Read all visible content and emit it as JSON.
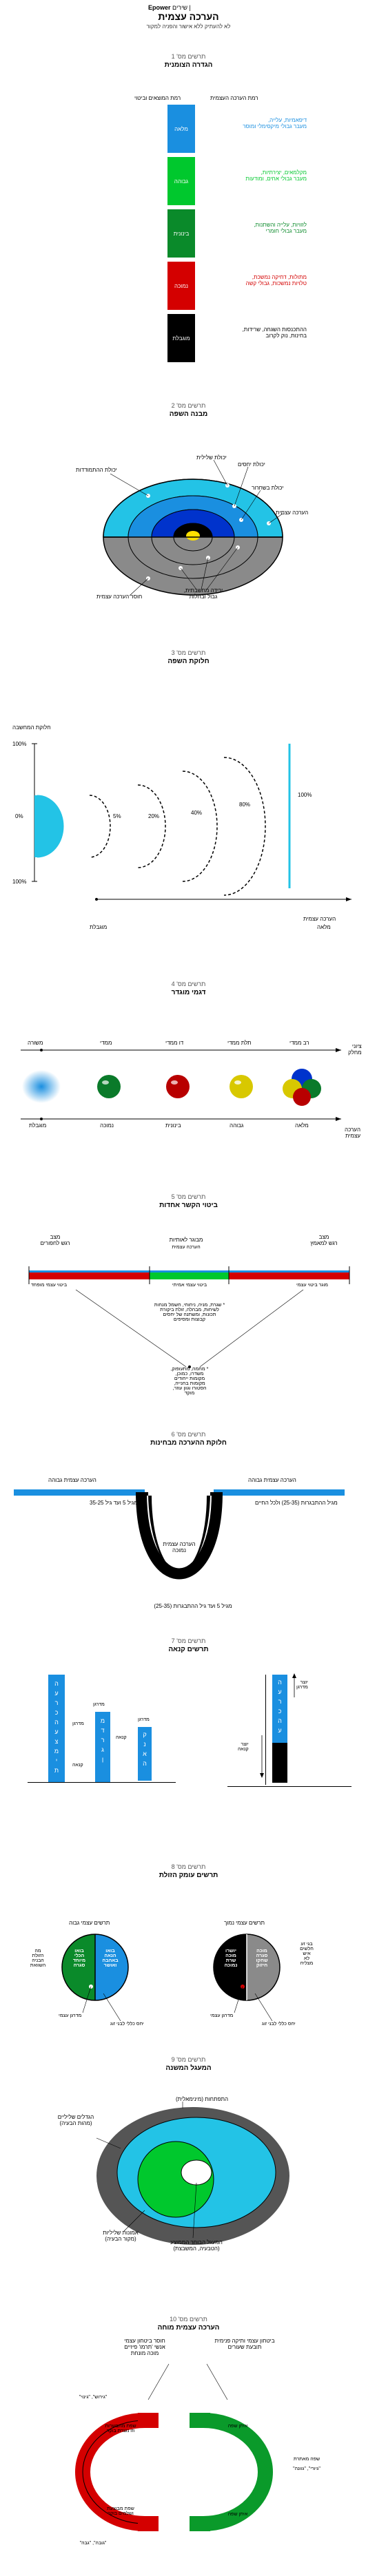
{
  "header": {
    "brand": "Epower",
    "brand_suffix": "שירים | ",
    "title": "הערכה עצמית",
    "subtitle": "לא להעתיק ללא אישור והפניה למקור"
  },
  "colors": {
    "blue": "#1a8fe0",
    "cyan": "#23c3e6",
    "green": "#00c82d",
    "darkgreen": "#0a8a2a",
    "red": "#d40000",
    "black": "#000000",
    "gray": "#8a8a8a"
  },
  "s1": {
    "label": "תרשים מס' 1",
    "title": "הגדרה הצומנית",
    "col_right": "רמת הערכה העצמית",
    "col_left": "רמת המוצאים וביטוי",
    "rows": [
      {
        "level": "מלאה",
        "desc": "דיפאמיות, עלייה,\nמעבר גבולי מיקסימלי ומוסר"
      },
      {
        "level": "גבוהה",
        "desc": "מקלמאים, יצירתיות,\nמעבר גבולי אחים, ומודעות"
      },
      {
        "level": "בינונית",
        "desc": "לזוויות, עלייה והשתנות,\nמעבר גבולי חומרי"
      },
      {
        "level": "נמוכה",
        "desc": "מתולות, דחיקה נמשכת,\nטלויות נמשכות, גבולי קשה"
      },
      {
        "level": "מוגבלת",
        "desc": "ההתכנסות השגחה, שרידות,\nבחינות, נוק לקרוב"
      }
    ]
  },
  "s2": {
    "label": "תרשים מס' 2",
    "title": "מבנה השפה",
    "labels": {
      "wide": "יכולת שלילית",
      "inner": "יכולת יחסים",
      "aware": "יכולת בשחרור",
      "core": "יכולת ההתמודדות",
      "self": "הערכה עצמית",
      "base": "חוסר הערכה עצמית",
      "bottom": "ירידה מחשבתית,\nגבול ובחלות"
    }
  },
  "s3": {
    "label": "תרשים מס' 3",
    "title": "חלוקת השפה",
    "top_axis": "חלוקת המחשבה",
    "pcts": [
      "0%",
      "5%",
      "20%",
      "40%",
      "80%",
      "100%"
    ],
    "ytop": "100%",
    "ybot": "100%",
    "bottom_left": "מוגבלת",
    "bottom_right": "מלאה",
    "bottom_title": "הערכה עצמית"
  },
  "s4": {
    "label": "תרשים מס' 4",
    "title": "דגמי מוגדר",
    "top_right": "ציוני\nמחלק",
    "top_labels": [
      "רב ממדי",
      "תלת ממדי",
      "דו ממדי",
      "ממדי",
      "משורה"
    ],
    "bottom_right": "הערכה\nעצמית",
    "bottom_labels": [
      "מלאה",
      "גבוהה",
      "בינונית",
      "נמוכה",
      "מוגבלת"
    ]
  },
  "s5": {
    "label": "תרשים מס' 5",
    "title": "ביטוי הקשר אחדות",
    "left_top": "מצב\nרגש לחפורים",
    "center_top": "מבוגר לאותיות",
    "center_sub": "הערכה עצמית",
    "right_top": "מצב\nרגש למאמץ",
    "bar_left": "ביטוי עצמי מופחד",
    "bar_center": "ביטוי עצמי אמיתי",
    "bar_right": "מוגר ביטוי עצמי",
    "note_top": "* שגרת, מניה, ניחוחי, חשמל מנחות\nלשיחות, מבהלה, זולת ביקורת\nתכונות, ומשתנה של יחסים\nקבוצות ומסיפים",
    "note_bottom": "* מחמה, מתעופוק,\nמשדרו, כמוכן,\nמקומות ייחודים\nמקומות בחנייה,\nהסטורו וגוון עוזר,\nמוקד"
  },
  "s6": {
    "label": "תרשים מס' 6",
    "title": "חלוקת ההערכה מבחינות",
    "left_top": "הערכה עצמית גבוהה",
    "right_top": "הערכה עצמית גבוהה",
    "left_note": "מגיל 5 ועד גיל 35-25",
    "right_note": "מגיל ההתבגרות (25-35) ולכל החיים",
    "center": "הערכה עצמית\nנמוכה",
    "bottom": "מגיל 5 ועד גיל ההתבגרות (25-35)"
  },
  "s7": {
    "label": "תרשים מס' 7",
    "title": "תרשים קנאה",
    "left_small": "מדרגן",
    "right_label_top": "יוצר\nמדרגן",
    "right_label_mid": "יוצר\nקנאה",
    "left_a": "קנאה",
    "left_b": "קנאה",
    "left_c": "מדרגן",
    "left_d": "מדרגן",
    "bar1": [
      "ה",
      "ע",
      "ר",
      "כ",
      "ה",
      "ע",
      "צ",
      "מ",
      "י",
      "ת"
    ],
    "bar2": [
      "מ",
      "ד",
      "ר",
      "ג",
      "ן"
    ],
    "bar3": [
      "ק",
      "נ",
      "א",
      "ה"
    ],
    "bar4": [
      "ה",
      "ע",
      "ר",
      "כ",
      "ה",
      "ע",
      "צ",
      "מ",
      "י",
      "ת"
    ]
  },
  "s8": {
    "label": "תרשים מס' 8",
    "title": "תרשים עומק הזולת",
    "left_title": "תרשים עצמי גבוה",
    "right_title": "תרשים עצמי נמוך",
    "left_a": "בואו\nהכלי\nמיוחד\nסגרה",
    "left_b": "בואו\nהנאה\nבאהבה\nואושר",
    "left_c": "מה\nהזולת\nהבניה\nהשוואת",
    "right_a": "יושרו\nמוכה\nשרת\nנמוכה",
    "right_b": "מוכה\nסגרה\nשחקו\nחיזוק",
    "right_c": "בגי זע\nחלשים\nאיש\nלא\nמצליח",
    "left_bottom": "יחס כללי לבני זוג",
    "left_bottom2": "מדרגן עצמי",
    "right_bottom": "יחס כללי לבני זוג",
    "right_bottom2": "מדרגן עצמי"
  },
  "s9": {
    "label": "תרשים מס' 9",
    "title": "המעגל המשנה",
    "top": "התפתחות (מינימאלית)",
    "left": "הגדלים שליליים\n(מהות הבעיה)",
    "bottom_left": "אמונות שליליות\n(מקור הבעיה)",
    "bottom": "המעגל הבוחר הממוצע\n(הטבעיה, המשבצת)"
  },
  "s10": {
    "label": "תרשים מס' 10",
    "title": "הערכה עצמית מוחה",
    "top_left": "חוסר ביטחון עצמי\nאנשי 'תרמו' פיזיים\nמוכה מונחת",
    "top_right": "ביטחון עצמי ותיקה פנימית\nתובעת שעורים",
    "left_a": "\"גירוש\", \"גינוי\"",
    "left_b": "שפת מתבשרות\nוזו נוצרת בוקר",
    "left_c": "שפת מבוצעת\nושלמים בוקר",
    "left_d": "\"גובה\", \"גבה\"",
    "right_a": "איתן שפה",
    "right_b": "שפה מאתרת",
    "right_c": "\"גיורי\", \"גוונה\"",
    "right_d": "איתן שפה"
  }
}
